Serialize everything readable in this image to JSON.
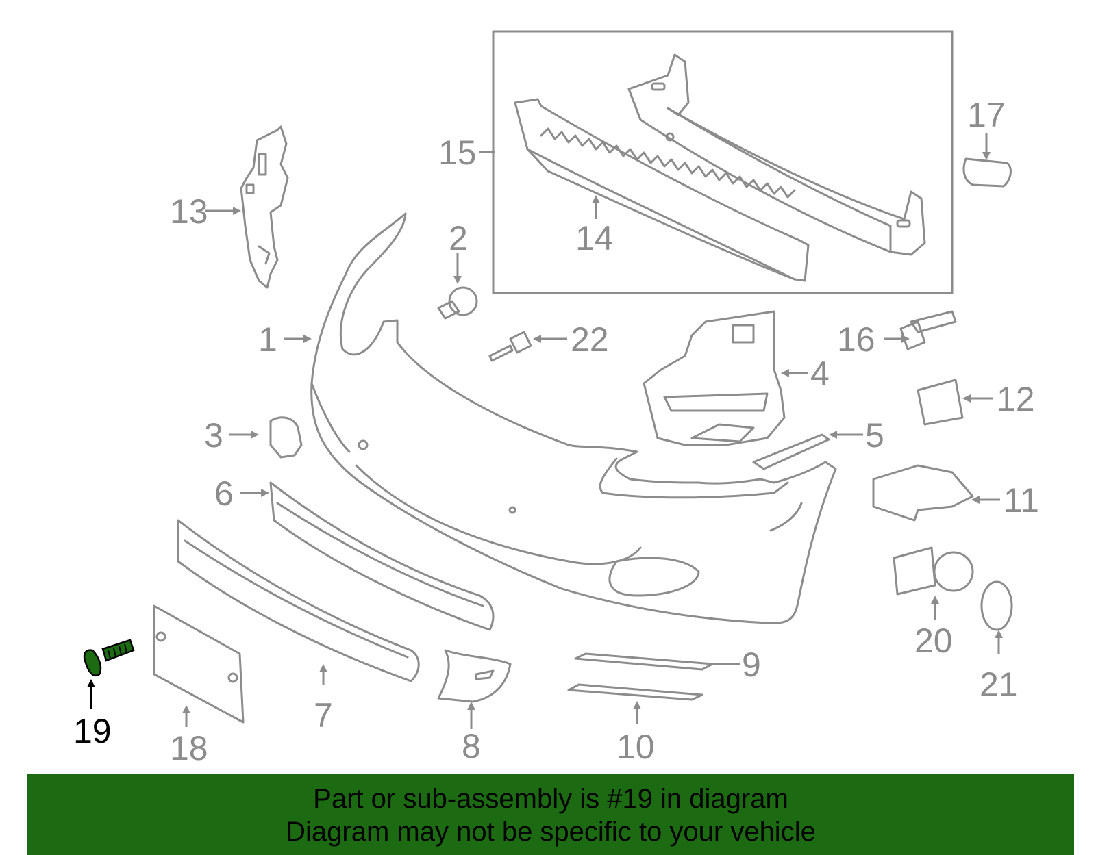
{
  "labels": {
    "p1": "1",
    "p2": "2",
    "p3": "3",
    "p4": "4",
    "p5": "5",
    "p6": "6",
    "p7": "7",
    "p8": "8",
    "p9": "9",
    "p10": "10",
    "p11": "11",
    "p12": "12",
    "p13": "13",
    "p14": "14",
    "p15": "15",
    "p16": "16",
    "p17": "17",
    "p18": "18",
    "p19": "19",
    "p20": "20",
    "p21": "21",
    "p22": "22"
  },
  "highlight": {
    "part": "19",
    "color": "#1c6b12"
  },
  "banner": {
    "line1": "Part or sub-assembly is #19 in diagram",
    "line2": "Diagram may not be specific to your vehicle",
    "color": "#1c6b12"
  },
  "colors": {
    "parts": "#8c8c8c",
    "active_label": "#000000"
  }
}
